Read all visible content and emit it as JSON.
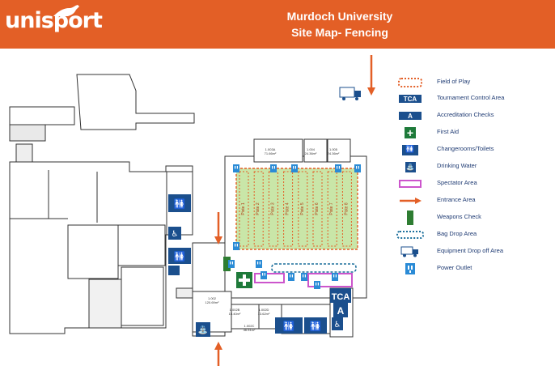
{
  "header": {
    "logo_text": "unisport",
    "title_line1": "Murdoch University",
    "title_line2": "Site Map- Fencing"
  },
  "map": {
    "pistes": [
      "Piste 1",
      "Piste 2",
      "Piste 3",
      "Piste 4",
      "Piste 5",
      "Piste 6",
      "Piste 7",
      "Piste 8"
    ],
    "rooms": [
      {
        "code": "1.003A",
        "area": "71.66m²"
      },
      {
        "code": "1.004",
        "area": "24.36m²"
      },
      {
        "code": "1.005",
        "area": "24.36m²"
      },
      {
        "code": "1.002",
        "area": "120.69m²"
      },
      {
        "code": "1.002B",
        "area": "15.40m²"
      },
      {
        "code": "1.002D",
        "area": "13.62m²"
      },
      {
        "code": "1.002C",
        "area": "46.51m²"
      }
    ],
    "markers": {
      "tca": "TCA",
      "accreditation": "A"
    }
  },
  "legend": {
    "items": [
      {
        "icon": "field-of-play-icon",
        "label": "Field of Play"
      },
      {
        "icon": "tca-icon",
        "label": "Tournament Control Area",
        "symbol": "TCA"
      },
      {
        "icon": "accreditation-icon",
        "label": "Accreditation Checks",
        "symbol": "A"
      },
      {
        "icon": "first-aid-icon",
        "label": "First Aid"
      },
      {
        "icon": "changerooms-toilets-icon",
        "label": "Changerooms/Toilets"
      },
      {
        "icon": "drinking-water-icon",
        "label": "Drinking Water"
      },
      {
        "icon": "spectator-area-icon",
        "label": "Spectator Area"
      },
      {
        "icon": "entrance-arrow-icon",
        "label": "Entrance Area"
      },
      {
        "icon": "weapons-check-icon",
        "label": "Weapons Check"
      },
      {
        "icon": "bag-drop-icon",
        "label": "Bag Drop Area"
      },
      {
        "icon": "equipment-truck-icon",
        "label": "Equipment Drop off Area"
      },
      {
        "icon": "power-outlet-icon",
        "label": "Power Outlet"
      }
    ]
  },
  "colors": {
    "brand_orange": "#e35f26",
    "icon_blue": "#1b4f8d",
    "first_aid_green": "#1e7a3a",
    "weapons_green": "#2e7d32",
    "spectator_pink": "#cc55cc",
    "bag_drop_blue": "#1b6f9c",
    "field_green": "#c9e6a8",
    "field_border": "#e35f26"
  }
}
